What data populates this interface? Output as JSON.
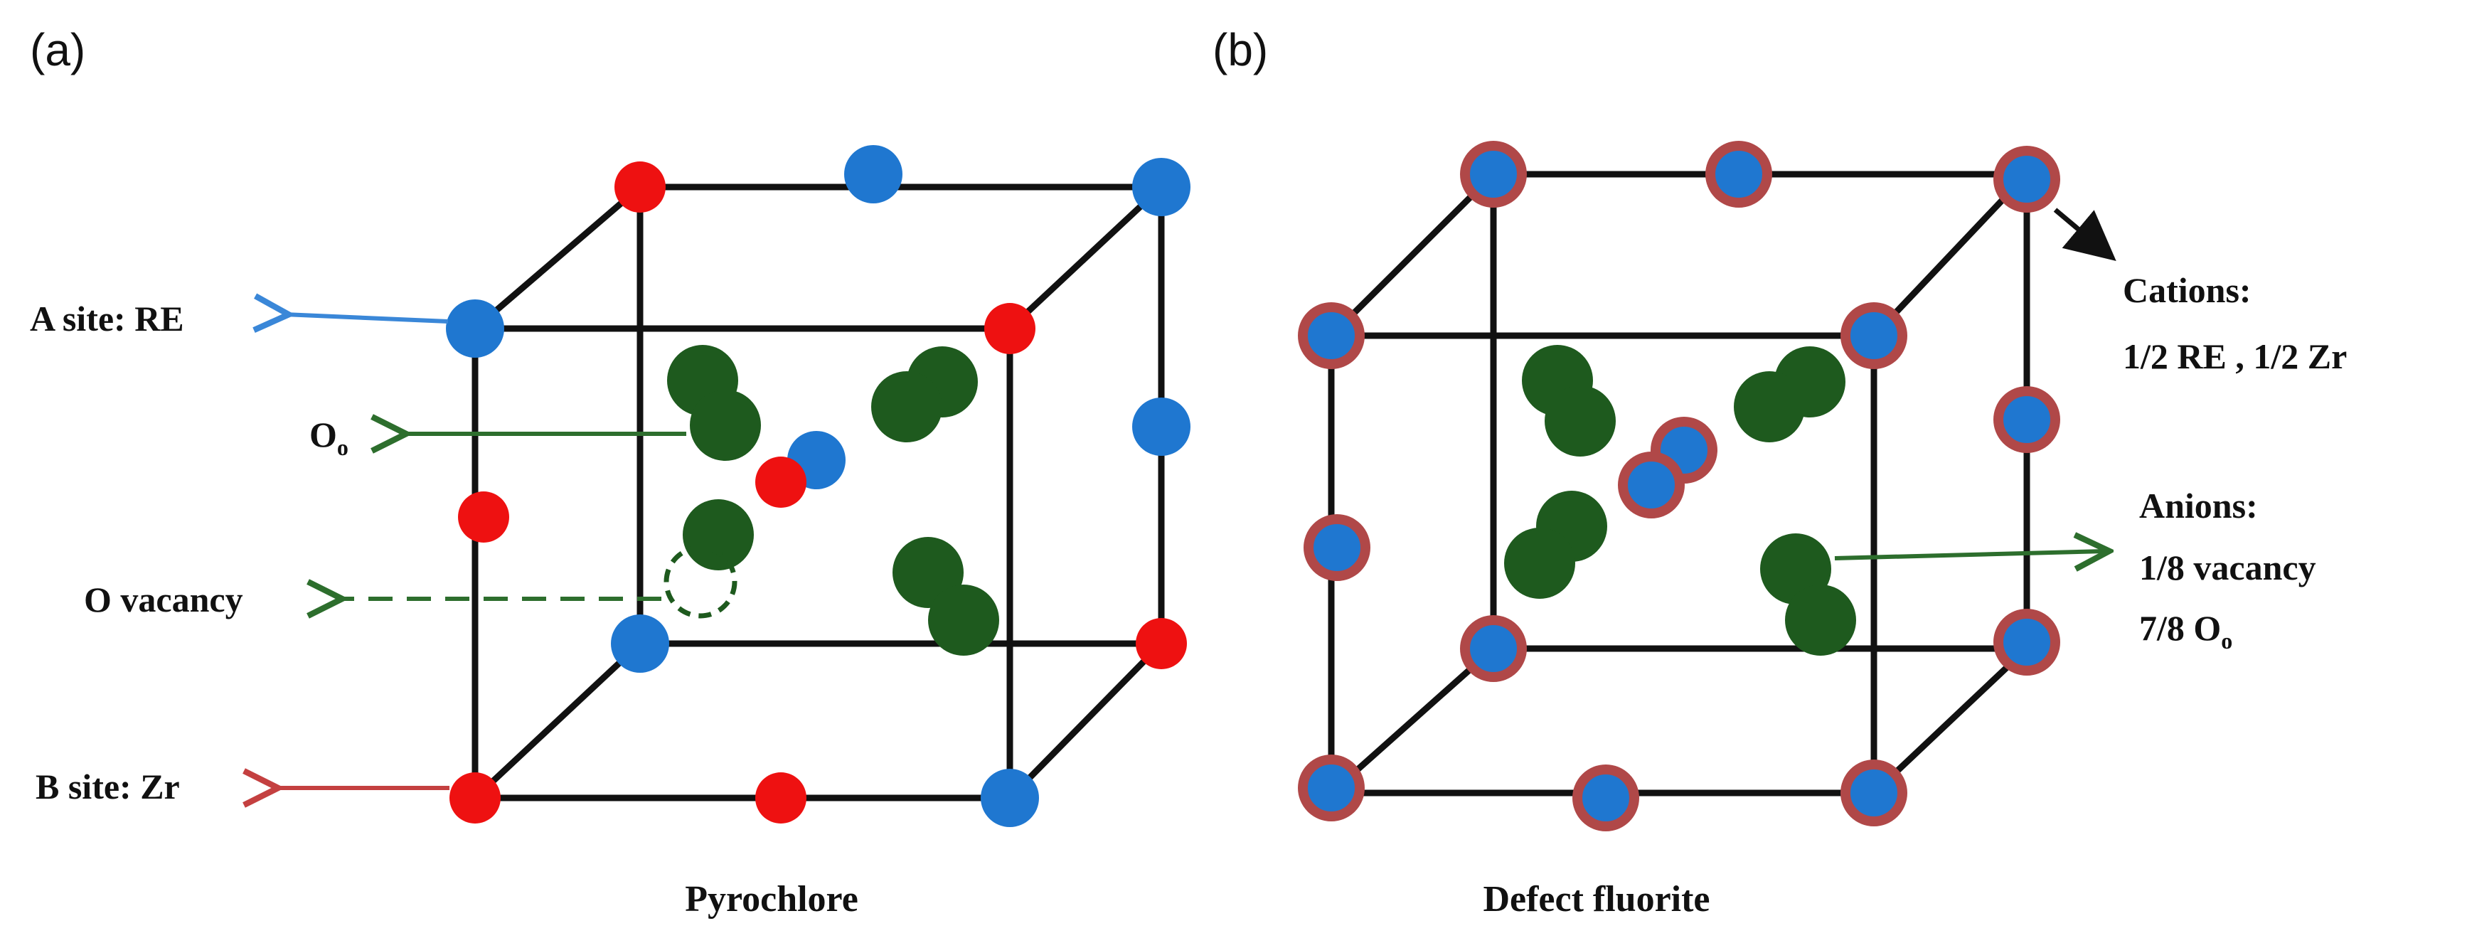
{
  "panels": [
    {
      "tag": "(a)",
      "caption": "Pyrochlore",
      "labels": {
        "a_site": "A site: RE",
        "o_main": "O",
        "o_sub": "o",
        "o_vacancy": "O vacancy",
        "b_site": "B site: Zr"
      }
    },
    {
      "tag": "(b)",
      "caption": "Defect fluorite",
      "labels": {
        "cations_title": "Cations:",
        "cations_detail": "1/2 RE , 1/2 Zr",
        "anions_title": "Anions:",
        "anions_vacancy": "1/8 vacancy",
        "anions_o_main": "7/8 O",
        "anions_o_sub": "o"
      }
    }
  ],
  "colors": {
    "a_site": "#1f77d0",
    "b_site": "#ee1111",
    "oxygen": "#1e5a1e",
    "mixed_ring": "#b04848",
    "frame": "#111111",
    "a_arrow": "#3a87d8",
    "b_arrow": "#c44040",
    "o_arrow": "#2d6e2d"
  }
}
